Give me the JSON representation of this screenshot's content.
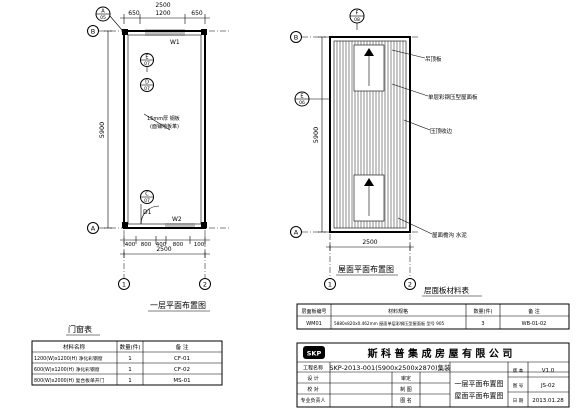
{
  "axes": {
    "left_top_axis_a": "A",
    "left_top_axis_b": "B",
    "left_side_axis_b": "B",
    "left_side_axis_a": "A",
    "left_bottom_1": "1",
    "left_bottom_2": "2",
    "right_side_axis_b": "B",
    "right_side_axis_a": "A",
    "right_bottom_1": "1",
    "right_bottom_2": "2"
  },
  "left_plan": {
    "dims_top": [
      "650",
      "1200",
      "650"
    ],
    "dim_total_top": "2500",
    "dim_side": "5900",
    "dims_bottom": [
      "400",
      "800",
      "400",
      "800",
      "100"
    ],
    "dim_total_bottom": "2500",
    "w1": "W1",
    "w2": "W2",
    "d1": "D1",
    "floor_note_1": "15mm厚 钢板",
    "floor_note_2": "(面铺地板革)",
    "sections": [
      {
        "top": "A",
        "bottom": "05"
      },
      {
        "top": "E",
        "bottom": "07"
      },
      {
        "top": "D",
        "bottom": "07"
      },
      {
        "top": "C",
        "bottom": "07"
      }
    ],
    "title": "一层平面布置图"
  },
  "right_plan": {
    "dim_side": "5900",
    "dim_bottom": "2500",
    "sections": [
      {
        "top": "F",
        "bottom": "08"
      },
      {
        "top": "E",
        "bottom": "06"
      }
    ],
    "callouts": [
      "吊顶板",
      "单层彩钢压型屋面板",
      "压顶收边",
      "屋面檐沟 水泥"
    ],
    "title": "屋面平面布置图"
  },
  "door_window_table": {
    "title": "门窗表",
    "headers": [
      "材料名称",
      "数量(件)",
      "备 注"
    ],
    "rows": [
      {
        "name": "1200(W)x1200(H) 净化彩钢窗",
        "qty": "1",
        "note": "CF-01"
      },
      {
        "name": "600(W)x1200(H) 净化彩钢窗",
        "qty": "1",
        "note": "CF-02"
      },
      {
        "name": "800(W)x2000(H) 复合板单开门",
        "qty": "1",
        "note": "MS-01"
      }
    ]
  },
  "roof_table": {
    "title": "层面板材料表",
    "headers": [
      "层面板编号",
      "材料规格",
      "数量(件)",
      "备 注"
    ],
    "row": {
      "code": "WM01",
      "spec": "5880x820x0.462mm 屋面单层彩钢压型屋面板 型号 905",
      "qty": "3",
      "note": "WB-01-02"
    }
  },
  "title_block": {
    "company": "斯 科 普 集 成 房 屋 有 限 公 司",
    "project_label": "工程名称",
    "project": "SKP-2013-001(5900x2500x2870)集装",
    "drawing_label": "图 名",
    "designer_label": "设 计",
    "checker_label": "审定",
    "approver_label": "专业负责人",
    "checker2_label": "校 对",
    "lead_label": "制 图",
    "drawing_name_1": "一层平面布置图",
    "drawing_name_2": "屋面平面布置图",
    "version_label": "版 本",
    "version": "V1.0",
    "sheet_label": "图 号",
    "sheet": "JS-02",
    "date_label": "日 期",
    "date": "2013.01.28",
    "logo": "SKP"
  }
}
